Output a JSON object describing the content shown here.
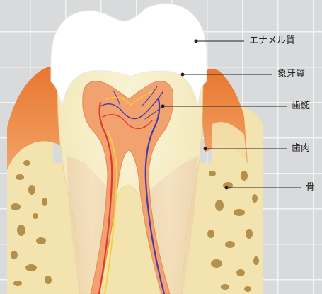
{
  "labels": {
    "enamel": "エナメル質",
    "dentin": "象牙質",
    "pulp": "歯髄",
    "gum": "歯肉",
    "bone": "骨"
  },
  "colors": {
    "background": "#d9dadc",
    "grid": "#f4f4f5",
    "enamel": "#ffffff",
    "dentin": "#f7efc8",
    "pulp": "#f1a26e",
    "gum": "#e8762f",
    "bone": "#f3e3ae",
    "bone_cavity": "#a8823a",
    "artery": "#e03a2c",
    "vein": "#4a3aa6",
    "nerve": "#f2d43a"
  }
}
